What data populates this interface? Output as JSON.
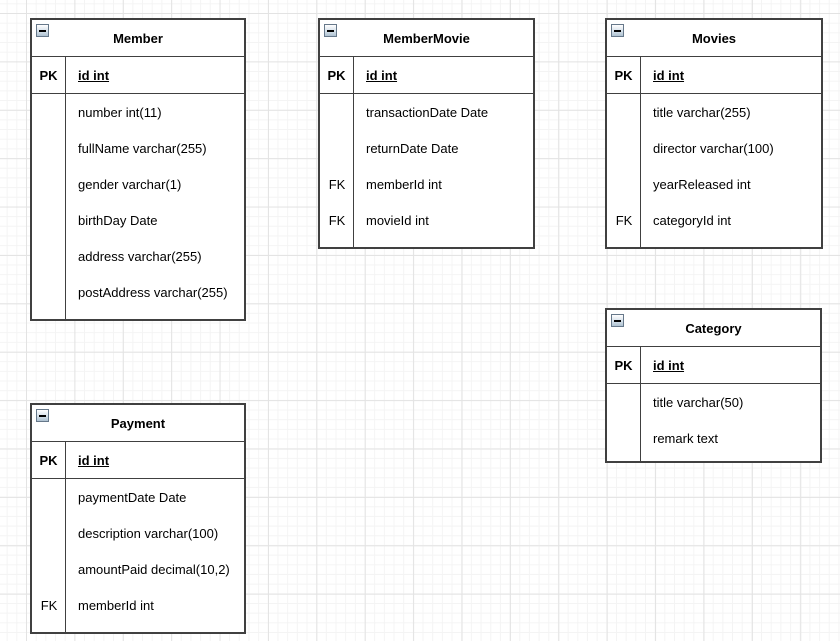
{
  "canvas": {
    "background_color": "#ffffff",
    "grid_minor_color": "#f4f4f4",
    "grid_major_color": "#e3e3e3",
    "entity_border_color": "#404040",
    "text_color": "#000000",
    "collapse_icon": "minus-square"
  },
  "tables": [
    {
      "title": "Member",
      "primary_key": {
        "key": "PK",
        "field": "id int"
      },
      "rows": [
        {
          "key": "",
          "field": "number int(11)"
        },
        {
          "key": "",
          "field": "fullName varchar(255)"
        },
        {
          "key": "",
          "field": "gender varchar(1)"
        },
        {
          "key": "",
          "field": "birthDay Date"
        },
        {
          "key": "",
          "field": "address varchar(255)"
        },
        {
          "key": "",
          "field": "postAddress varchar(255)"
        }
      ]
    },
    {
      "title": "MemberMovie",
      "primary_key": {
        "key": "PK",
        "field": "id int"
      },
      "rows": [
        {
          "key": "",
          "field": "transactionDate Date"
        },
        {
          "key": "",
          "field": "returnDate Date"
        },
        {
          "key": "FK",
          "field": "memberId int"
        },
        {
          "key": "FK",
          "field": "movieId int"
        }
      ]
    },
    {
      "title": "Movies",
      "primary_key": {
        "key": "PK",
        "field": "id int"
      },
      "rows": [
        {
          "key": "",
          "field": "title varchar(255)"
        },
        {
          "key": "",
          "field": "director varchar(100)"
        },
        {
          "key": "",
          "field": "yearReleased int"
        },
        {
          "key": "FK",
          "field": "categoryId int"
        }
      ]
    },
    {
      "title": "Category",
      "primary_key": {
        "key": "PK",
        "field": "id int"
      },
      "rows": [
        {
          "key": "",
          "field": "title varchar(50)"
        },
        {
          "key": "",
          "field": "remark text"
        }
      ]
    },
    {
      "title": "Payment",
      "primary_key": {
        "key": "PK",
        "field": "id int"
      },
      "rows": [
        {
          "key": "",
          "field": "paymentDate Date"
        },
        {
          "key": "",
          "field": "description varchar(100)"
        },
        {
          "key": "",
          "field": "amountPaid decimal(10,2)"
        },
        {
          "key": "FK",
          "field": "memberId int"
        }
      ]
    }
  ]
}
